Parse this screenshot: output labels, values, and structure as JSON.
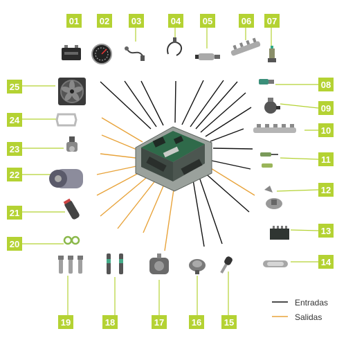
{
  "diagram": {
    "center": {
      "id": "ecu",
      "icon": "ecu-board-icon"
    },
    "components": [
      {
        "id": "01",
        "label": "01",
        "icon": "battery-icon",
        "line": "input"
      },
      {
        "id": "02",
        "label": "02",
        "icon": "gauge-icon",
        "line": "input"
      },
      {
        "id": "03",
        "label": "03",
        "icon": "sensor-cable-icon",
        "line": "input"
      },
      {
        "id": "04",
        "label": "04",
        "icon": "speed-sensor-icon",
        "line": "input"
      },
      {
        "id": "05",
        "label": "05",
        "icon": "sensor-cylinder-icon",
        "line": "input"
      },
      {
        "id": "06",
        "label": "06",
        "icon": "fuel-rail-icon",
        "line": "input"
      },
      {
        "id": "07",
        "label": "07",
        "icon": "pressure-switch-icon",
        "line": "input"
      },
      {
        "id": "08",
        "label": "08",
        "icon": "sensor-connector-icon",
        "line": "input"
      },
      {
        "id": "09",
        "label": "09",
        "icon": "actuator-icon",
        "line": "input"
      },
      {
        "id": "10",
        "label": "10",
        "icon": "fuel-rail-long-icon",
        "line": "input"
      },
      {
        "id": "11",
        "label": "11",
        "icon": "sensor-pair-icon",
        "line": "input"
      },
      {
        "id": "12",
        "label": "12",
        "icon": "pedal-sensor-icon",
        "line": "input"
      },
      {
        "id": "13",
        "label": "13",
        "icon": "control-module-icon",
        "line": "output"
      },
      {
        "id": "14",
        "label": "14",
        "icon": "lamp-housing-icon",
        "line": "input"
      },
      {
        "id": "15",
        "label": "15",
        "icon": "ignition-key-icon",
        "line": "input"
      },
      {
        "id": "16",
        "label": "16",
        "icon": "pump-dome-icon",
        "line": "input"
      },
      {
        "id": "17",
        "label": "17",
        "icon": "injection-pump-icon",
        "line": "output"
      },
      {
        "id": "18",
        "label": "18",
        "icon": "injectors-icon",
        "line": "output"
      },
      {
        "id": "19",
        "label": "19",
        "icon": "glow-plugs-icon",
        "line": "output"
      },
      {
        "id": "20",
        "label": "20",
        "icon": "relay-small-icon",
        "line": "output"
      },
      {
        "id": "21",
        "label": "21",
        "icon": "fuel-pump-icon",
        "line": "output"
      },
      {
        "id": "22",
        "label": "22",
        "icon": "ac-compressor-icon",
        "line": "output"
      },
      {
        "id": "23",
        "label": "23",
        "icon": "valve-icon",
        "line": "output"
      },
      {
        "id": "24",
        "label": "24",
        "icon": "gasket-icon",
        "line": "output"
      },
      {
        "id": "25",
        "label": "25",
        "icon": "radiator-fan-icon",
        "line": "output"
      }
    ],
    "legend": {
      "inputs_label": "Entradas",
      "outputs_label": "Salidas"
    },
    "colors": {
      "label_fill": "#b4d233",
      "input_line": "#111111",
      "output_line": "#e8a33a",
      "connector": "#b4d233"
    }
  }
}
